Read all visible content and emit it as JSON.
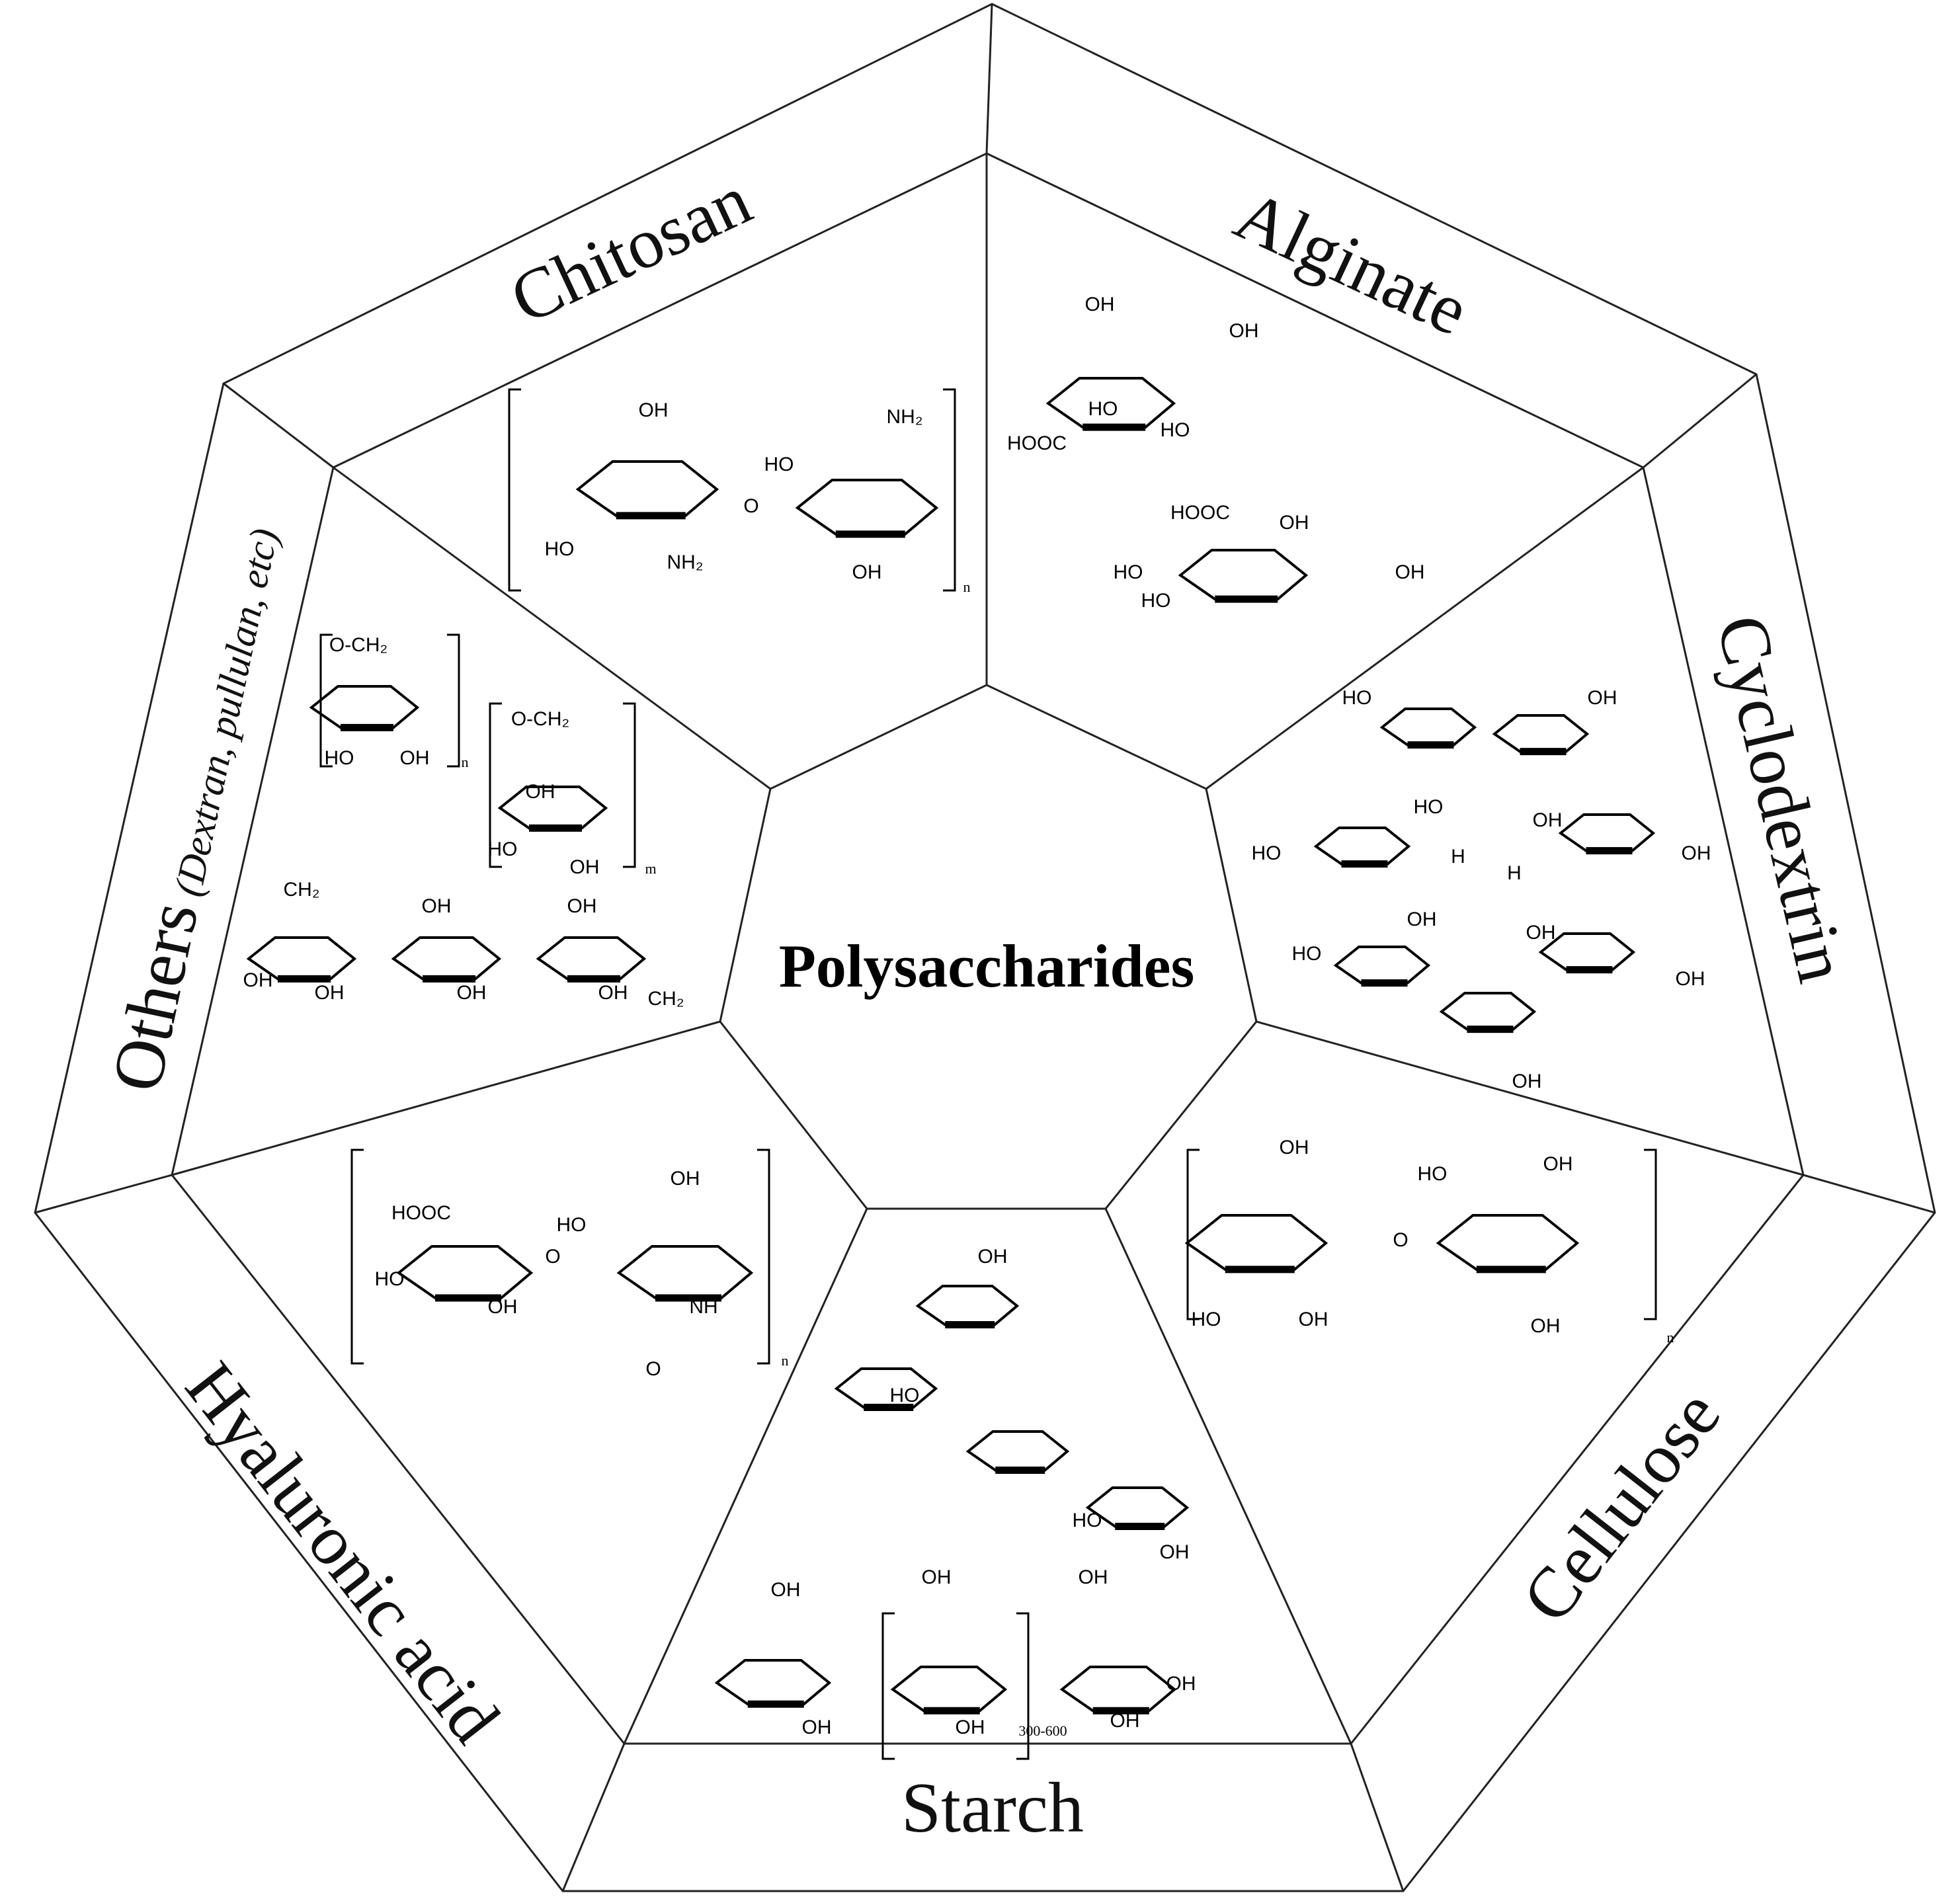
{
  "diagram": {
    "center_label": "Polysaccharides",
    "sections": [
      {
        "name": "Chitosan",
        "structure_labels": [
          "OH",
          "HO",
          "NH₂",
          "O",
          "HO",
          "NH₂",
          "OH",
          "n"
        ]
      },
      {
        "name": "Alginate",
        "structure_labels": [
          "OH",
          "OH",
          "HO",
          "HO",
          "HOOC",
          "HOOC",
          "OH",
          "HO",
          "HO",
          "OH"
        ]
      },
      {
        "name": "Cyclodextrin",
        "structure_labels": [
          "HO",
          "OH",
          "HO",
          "OH",
          "HO",
          "OH",
          "OH",
          "HO",
          "OH",
          "H",
          "H",
          "OH",
          "OH"
        ]
      },
      {
        "name": "Cellulose",
        "structure_labels": [
          "OH",
          "HO",
          "OH",
          "HO",
          "OH",
          "OH",
          "O",
          "n"
        ]
      },
      {
        "name": "Starch",
        "structure_labels": [
          "OH",
          "OH",
          "OH",
          "OH",
          "OH",
          "OH",
          "OH",
          "300-600",
          "HO",
          "OH",
          "OH",
          "HO"
        ]
      },
      {
        "name": "Hyaluronic acid",
        "structure_labels": [
          "HOOC",
          "OH",
          "HO",
          "HO",
          "OH",
          "NH",
          "O",
          "n",
          "O"
        ]
      },
      {
        "name": "Others",
        "subtitle": "(Dextran, pullulan, etc)",
        "structure_labels": [
          "O-CH₂",
          "OH",
          "HO",
          "O-CH₂",
          "OH",
          "HO",
          "OH",
          "n",
          "m",
          "CH₂",
          "OH",
          "OH",
          "OH",
          "OH",
          "OH",
          "OH",
          "CH₂"
        ]
      }
    ]
  }
}
